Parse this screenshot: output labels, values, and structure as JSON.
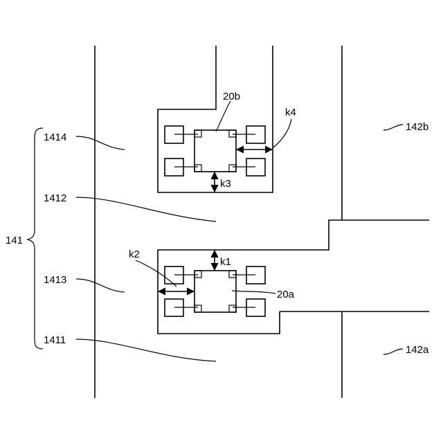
{
  "labels": {
    "brace_141": "141",
    "s1414": "1414",
    "s1412": "1412",
    "s1413": "1413",
    "s1411": "1411",
    "chip_20b": "20b",
    "chip_20a": "20a",
    "wiring_142b": "142b",
    "wiring_142a": "142a",
    "k1": "k1",
    "k2": "k2",
    "k3": "k3",
    "k4": "k4"
  },
  "colors": {
    "line": "#000000",
    "background": "#ffffff"
  }
}
